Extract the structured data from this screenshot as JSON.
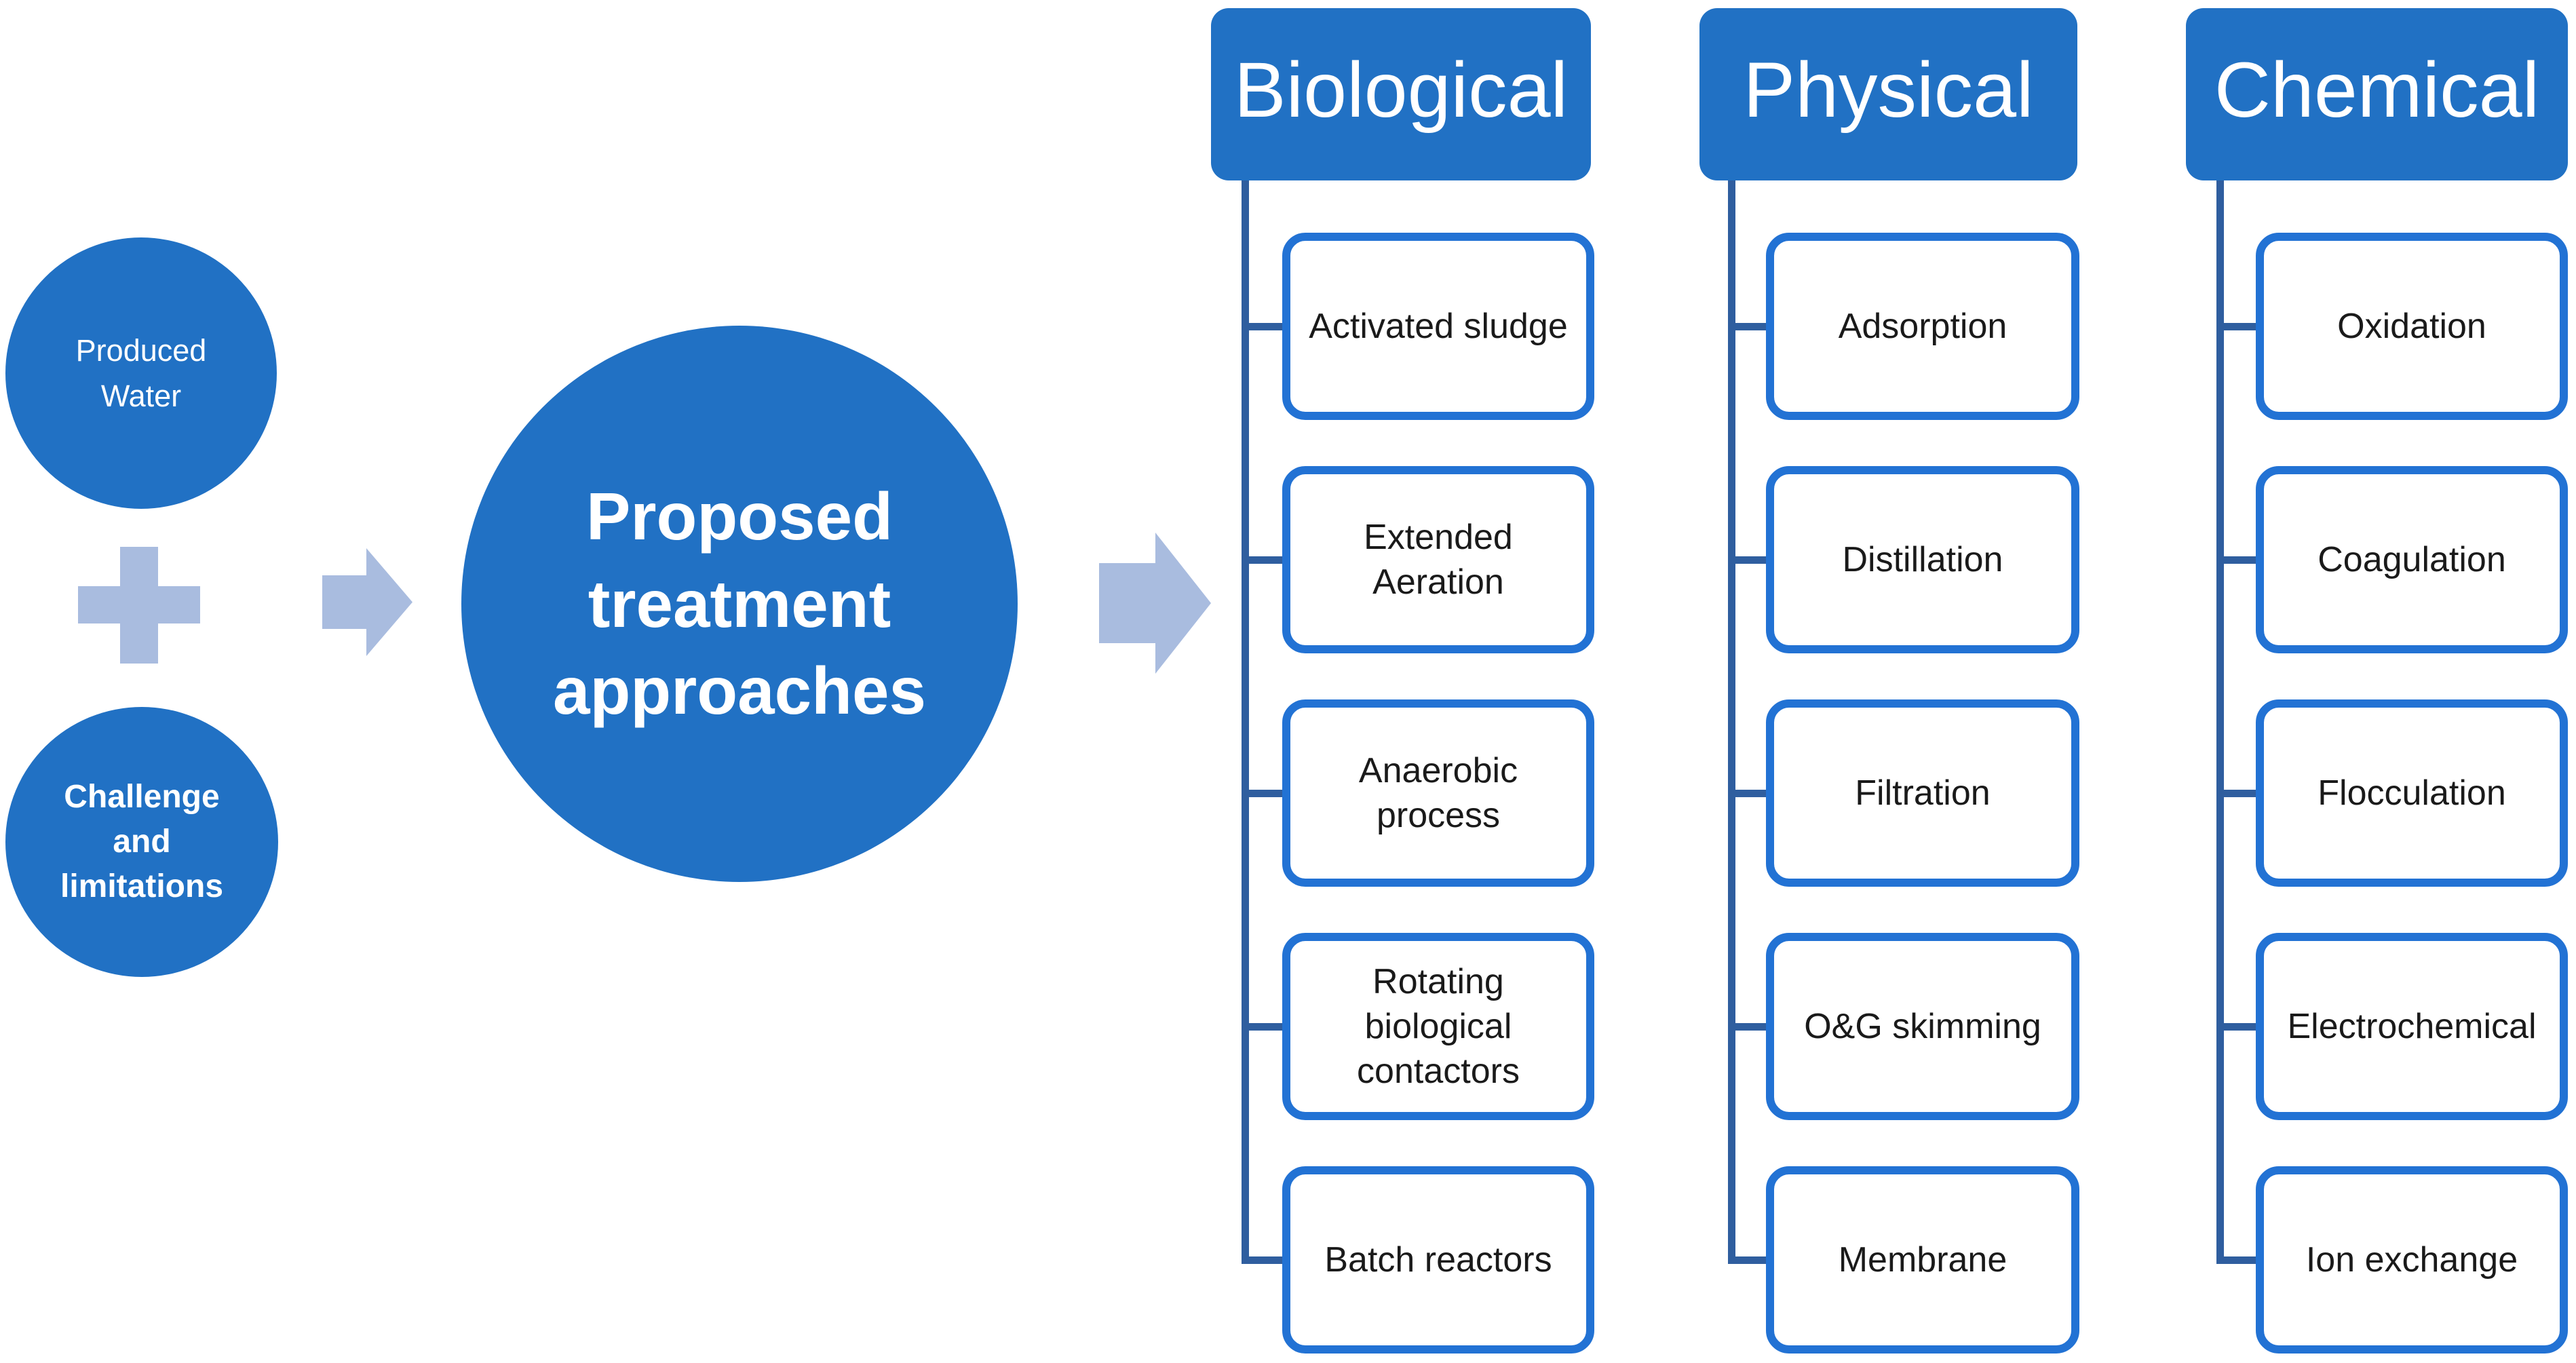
{
  "palette": {
    "primary": "#2171C4",
    "connector": "#2F5E9F",
    "box_border": "#2272D4",
    "accent_light": "#A9BCDF",
    "box_text": "#1A1A1A",
    "header_text": "#FFFFFF"
  },
  "flow": {
    "produced_water": {
      "label": "Produced Water"
    },
    "plus": {
      "icon": "plus-icon"
    },
    "challenge": {
      "label": "Challenge and limitations"
    },
    "arrow_left": {
      "icon": "arrow-right-icon"
    },
    "central": {
      "label": "Proposed treatment approaches"
    },
    "arrow_right": {
      "icon": "arrow-right-icon"
    }
  },
  "categories": [
    {
      "title": "Biological",
      "items": [
        "Activated sludge",
        "Extended Aeration",
        "Anaerobic process",
        "Rotating biological contactors",
        "Batch reactors"
      ]
    },
    {
      "title": "Physical",
      "items": [
        "Adsorption",
        "Distillation",
        "Filtration",
        "O&G skimming",
        "Membrane"
      ]
    },
    {
      "title": "Chemical",
      "items": [
        "Oxidation",
        "Coagulation",
        "Flocculation",
        "Electrochemical",
        "Ion exchange"
      ]
    }
  ]
}
